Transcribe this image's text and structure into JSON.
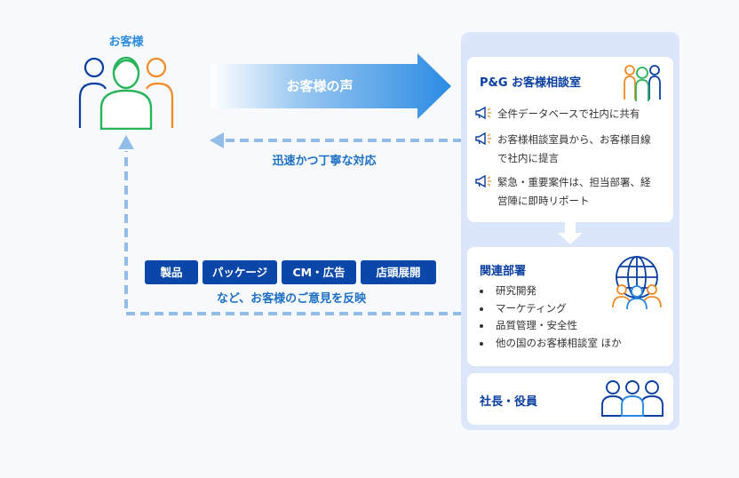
{
  "customer": {
    "label": "お客様",
    "icon": "customers-group-icon"
  },
  "arrows": {
    "voice_label": "お客様の声",
    "response_label": "迅速かつ丁寧な対応",
    "colors": {
      "voice_start": "#ffffff",
      "voice_end": "#2b8be3",
      "dashed": "#92bde9",
      "down": "#ffffff"
    }
  },
  "consultation": {
    "title": "P&G お客様相談室",
    "icon": "staff-group-icon",
    "features": [
      {
        "icon": "megaphone-icon",
        "lines": [
          "全件データベースで社内に共有"
        ]
      },
      {
        "icon": "megaphone-icon",
        "lines": [
          "お客様相談室員から、お客様目線",
          "で社内に提言"
        ]
      },
      {
        "icon": "megaphone-icon",
        "lines": [
          "緊急・重要案件は、担当部署、経",
          "営陣に即時リポート"
        ]
      }
    ]
  },
  "departments": {
    "title": "関連部署",
    "icon": "globe-people-icon",
    "items": [
      "研究開発",
      "マーケティング",
      "品質管理・安全性",
      "他の国のお客様相談室 ほか"
    ]
  },
  "executives": {
    "title": "社長・役員",
    "icon": "executives-group-icon"
  },
  "reflection": {
    "tags": [
      "製品",
      "パッケージ",
      "CM・広告",
      "店頭展開"
    ],
    "label": "など、お客様のご意見を反映"
  },
  "colors": {
    "navy": "#0a3fa0",
    "blue": "#2a8ae0",
    "green": "#28b45a",
    "orange": "#f08a24",
    "panel": "#dbe6fa",
    "tag": "#0a47a8"
  }
}
